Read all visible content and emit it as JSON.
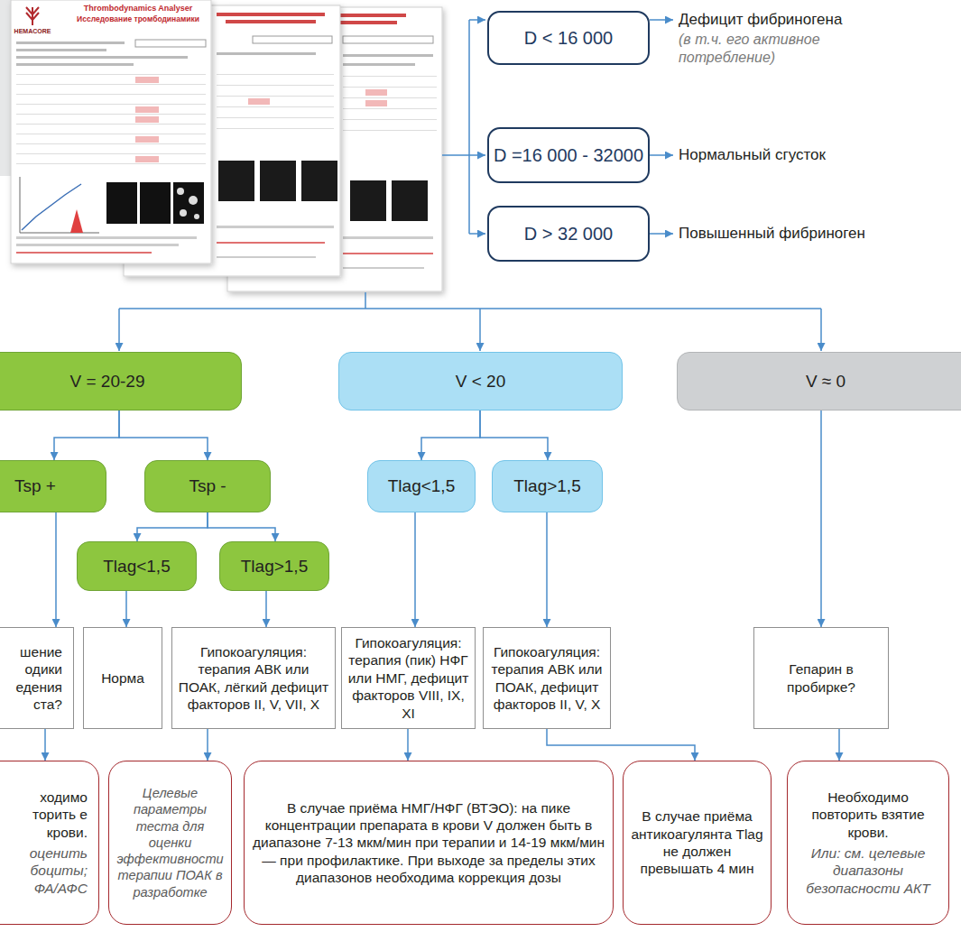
{
  "diagram": {
    "nodes": [
      {
        "text": [
          "D < 16 000"
        ]
      },
      {
        "text": [
          "D =16 000 - 32000"
        ]
      },
      {
        "text": [
          "D > 32 000"
        ]
      },
      {
        "text": [
          "V = 20-29"
        ]
      },
      {
        "text": [
          "V < 20"
        ]
      },
      {
        "text": [
          "V ≈ 0"
        ]
      },
      {
        "text": [
          "Tsp +"
        ]
      },
      {
        "text": [
          "Tsp -"
        ]
      },
      {
        "text": [
          "Tlag<1,5"
        ]
      },
      {
        "text": [
          "Tlag>1,5"
        ]
      },
      {
        "text": [
          "Tlag<1,5"
        ]
      },
      {
        "text": [
          "Tlag>1,5"
        ]
      },
      {
        "text": [
          "шение одики едения ста?"
        ]
      },
      {
        "text": [
          "Норма"
        ]
      },
      {
        "text": [
          "Гипокоагуляция: терапия АВК или ПОАК, лёгкий дефицит факторов II, V, VII, X"
        ]
      },
      {
        "text": [
          "Гипокоагуляция: терапия (пик) НФГ или НМГ, дефицит факторов VIII, IX, XI"
        ]
      },
      {
        "text": [
          "Гипокоагуляция: терапия АВК или ПОАК, дефицит факторов II, V, X"
        ]
      },
      {
        "text": [
          "Гепарин в пробирке?"
        ]
      },
      {
        "text": [
          "ходимо торить е крови.",
          "оценить боциты; ФА/АФС"
        ]
      },
      {
        "text": [
          "Целевые параметры теста для оценки эффективности терапии ПОАК в разработке"
        ]
      },
      {
        "text": [
          "В случае приёма НМГ/НФГ (ВТЭО): на пике концентрации препарата в крови V должен быть в диапазоне 7-13 мкм/мин при терапии и 14-19 мкм/мин — при профилактике. При выходе за пределы этих диапазонов необходима коррекция дозы"
        ]
      },
      {
        "text": [
          "В случае приёма антикоагулянта Tlag не должен превышать 4 мин"
        ]
      },
      {
        "text": [
          "Необходимо повторить взятие крови.",
          "Или: см. целевые диапазоны безопасности АКТ"
        ]
      }
    ],
    "edges": [
      {
        "from": 3,
        "to": 6,
        "arrow": "to"
      },
      {
        "from": 3,
        "to": 7,
        "arrow": "to"
      },
      {
        "from": 4,
        "to": 8,
        "arrow": "to"
      },
      {
        "from": 4,
        "to": 9,
        "arrow": "to"
      },
      {
        "from": 5,
        "to": 17,
        "arrow": "to"
      },
      {
        "from": 7,
        "to": 10,
        "arrow": "to"
      },
      {
        "from": 7,
        "to": 11,
        "arrow": "to"
      },
      {
        "from": 6,
        "to": 12,
        "arrow": "to"
      },
      {
        "from": 10,
        "to": 13,
        "arrow": "to"
      },
      {
        "from": 11,
        "to": 14,
        "arrow": "to"
      },
      {
        "from": 8,
        "to": 15,
        "arrow": "to"
      },
      {
        "from": 9,
        "to": 16,
        "arrow": "to"
      },
      {
        "from": 12,
        "to": 18,
        "arrow": "to"
      },
      {
        "from": 14,
        "to": 19,
        "arrow": "to"
      },
      {
        "from": 15,
        "to": 20,
        "arrow": "to"
      },
      {
        "from": 16,
        "to": 21,
        "arrow": "to"
      },
      {
        "from": 17,
        "to": 22,
        "arrow": "to"
      }
    ],
    "labels": [
      "HEMACORE",
      "Thrombodynamics Analyser",
      "Исследование тромбодинамики",
      "Дефицит фибриногена",
      "(в т.ч. его активное потребление)",
      "Нормальный сгусток",
      "Повышенный фибриноген"
    ]
  }
}
